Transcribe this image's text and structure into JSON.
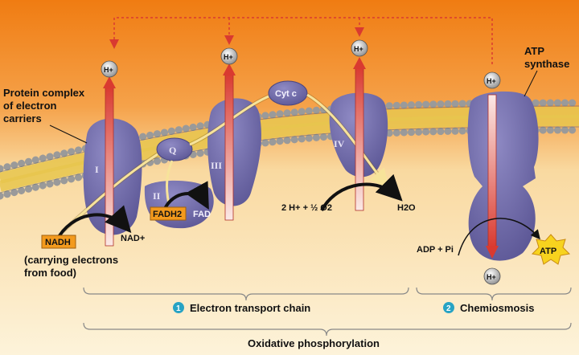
{
  "labels": {
    "protein_complex": [
      "Protein complex",
      "of electron",
      "carriers"
    ],
    "atp_synthase": [
      "ATP",
      "synthase"
    ],
    "proton": "H+",
    "cyt_c": "Cyt c",
    "q": "Q",
    "complex_I": "I",
    "complex_II": "II",
    "complex_III": "III",
    "complex_IV": "IV",
    "nadh": "NADH",
    "nad": "NAD+",
    "fadh2": "FADH2",
    "fad": "FAD",
    "oxygen_reaction": "2 H+ + ½ O2",
    "water": "H2O",
    "adp_pi": "ADP + Pi",
    "atp": "ATP",
    "carrying": [
      "(carrying electrons",
      "from food)"
    ]
  },
  "sections": {
    "etc_number": "1",
    "etc": "Electron transport chain",
    "chemi_number": "2",
    "chemi": "Chemiosmosis",
    "oxphos": "Oxidative phosphorylation"
  },
  "colors": {
    "intermembrane": "#f08a1e",
    "matrix": "#fcefd0",
    "protein": "#6f6aa8",
    "arrow_red": "#d93a30",
    "badge": "#f39a1d",
    "step_circle": "#27a3c4"
  }
}
